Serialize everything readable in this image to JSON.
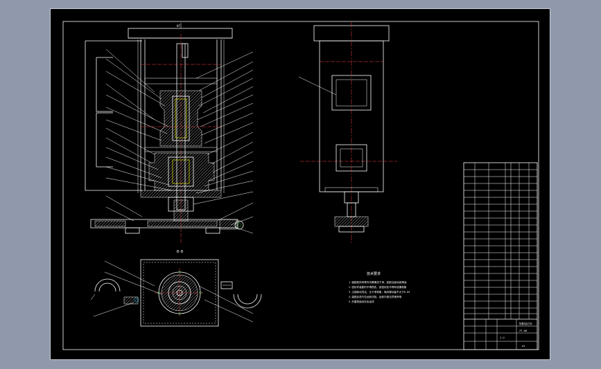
{
  "drawing": {
    "background_color": "#000000",
    "line_color": "#ffffff",
    "accent_color": "#ffff00",
    "center_line_color": "#ff4040",
    "section_label": "B-B",
    "notes_title": "技术要求",
    "notes": [
      "1.装配前所有零件均需清洗干净，各配合面涂润滑油",
      "2.密封件装配时不得损伤，各密封处不得有泄漏现象",
      "3.主轴转动灵活，无卡滞现象，轴向窜动量不大于0.05",
      "4.装配后进行空运转试验，运转平稳无异常声响",
      "5.外露表面涂灰色油漆"
    ],
    "title_block": {
      "drawing_title": "钻削动力头",
      "drawing_number": "ZT-00",
      "scale": "1:2",
      "sheet": "A1"
    }
  }
}
